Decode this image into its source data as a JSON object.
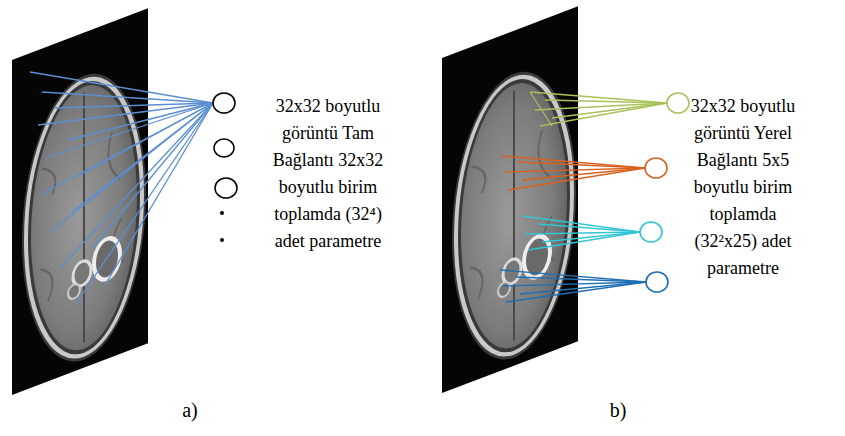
{
  "diagram": {
    "labels": [
      "32x32 boyutlu görüntü Tam Bağlantı 32x32 boyutlu birim toplamda (32⁴) adet parametre",
      "32x32 boyutlu görüntü Yerel Bağlantı 5x5 boyutlu birim toplamda (32²x25) adet parametre",
      "a)",
      "b)"
    ]
  }
}
